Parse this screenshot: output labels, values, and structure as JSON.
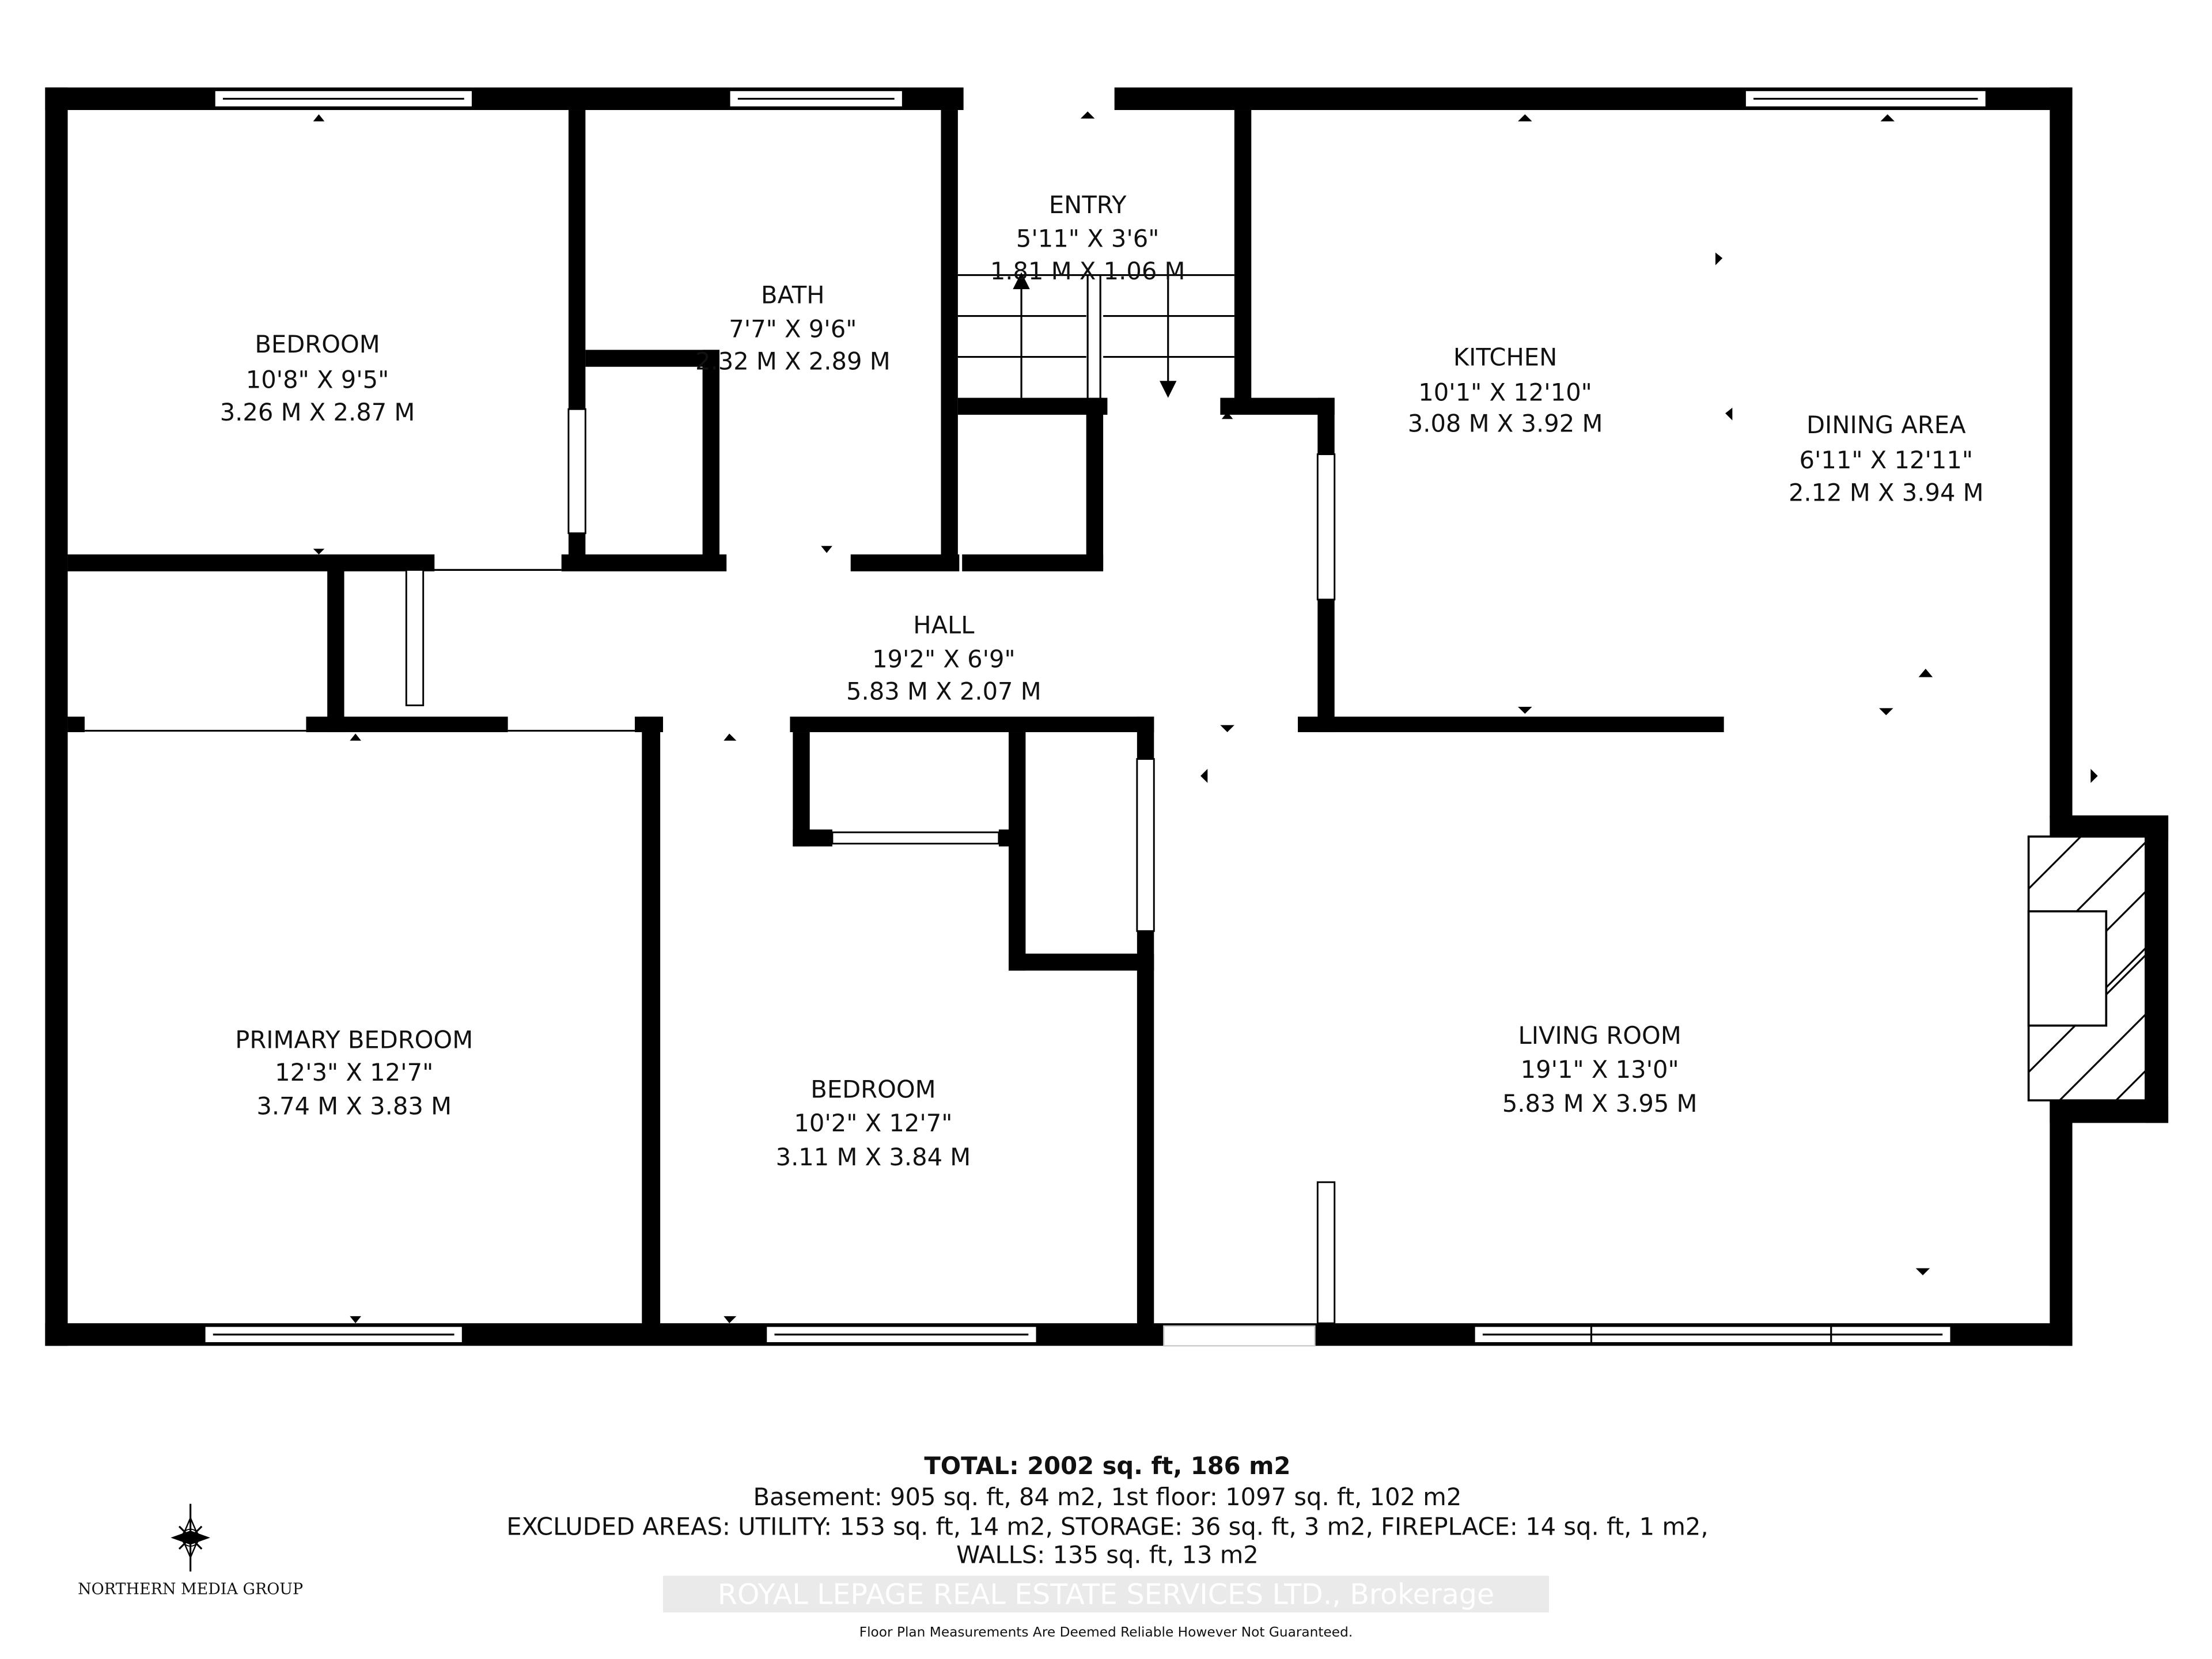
{
  "rooms": {
    "bedroom1": {
      "name": "BEDROOM",
      "imperial": "10'8\" X 9'5\"",
      "metric": "3.26 M X 2.87 M"
    },
    "bath": {
      "name": "BATH",
      "imperial": "7'7\" X 9'6\"",
      "metric": "2.32 M X 2.89 M"
    },
    "entry": {
      "name": "ENTRY",
      "imperial": "5'11\" X 3'6\"",
      "metric": "1.81 M X 1.06 M"
    },
    "kitchen": {
      "name": "KITCHEN",
      "imperial": "10'1\" X 12'10\"",
      "metric": "3.08 M X 3.92 M"
    },
    "dining": {
      "name": "DINING AREA",
      "imperial": "6'11\" X 12'11\"",
      "metric": "2.12 M X 3.94 M"
    },
    "hall": {
      "name": "HALL",
      "imperial": "19'2\" X 6'9\"",
      "metric": "5.83 M X 2.07 M"
    },
    "primary": {
      "name": "PRIMARY BEDROOM",
      "imperial": "12'3\" X 12'7\"",
      "metric": "3.74 M X 3.83 M"
    },
    "bedroom2": {
      "name": "BEDROOM",
      "imperial": "10'2\" X 12'7\"",
      "metric": "3.11 M X 3.84 M"
    },
    "living": {
      "name": "LIVING ROOM",
      "imperial": "19'1\" X 13'0\"",
      "metric": "5.83 M X 3.95 M"
    }
  },
  "footer": {
    "total": "TOTAL: 2002 sq. ft, 186 m2",
    "floors": "Basement: 905 sq. ft, 84 m2, 1st floor: 1097 sq. ft, 102 m2",
    "excluded": "EXCLUDED AREAS: UTILITY: 153 sq. ft, 14 m2, STORAGE: 36 sq. ft, 3 m2, FIREPLACE: 14 sq. ft, 1 m2,",
    "walls": "WALLS: 135 sq. ft, 13 m2",
    "watermark": "ROYAL LEPAGE REAL ESTATE SERVICES LTD., Brokerage",
    "disclaimer": "Floor Plan Measurements Are Deemed Reliable However Not Guaranteed."
  },
  "logo": {
    "text": "NORTHERN MEDIA GROUP",
    "icon": "compass-rose-icon"
  }
}
